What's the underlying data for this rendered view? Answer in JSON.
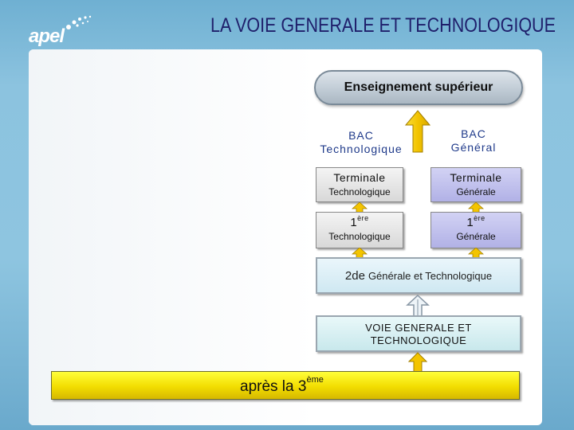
{
  "header": {
    "logo_text": "apel",
    "title": "LA VOIE GENERALE ET TECHNOLOGIQUE"
  },
  "diagram": {
    "top": "Enseignement supérieur",
    "bac_techno": [
      "BAC",
      "Technologique"
    ],
    "bac_general": [
      "BAC",
      "Général"
    ],
    "terminale_techno": [
      "Terminale",
      "Technologique"
    ],
    "terminale_generale": [
      "Terminale",
      "Générale"
    ],
    "premiere_techno": {
      "num": "1",
      "sup": "ère",
      "label": "Technologique"
    },
    "premiere_generale": {
      "num": "1",
      "sup": "ère",
      "label": "Générale"
    },
    "seconde": {
      "prefix": "2de",
      "rest": "Générale et Technologique"
    },
    "voie": [
      "VOIE GENERALE ET",
      "TECHNOLOGIQUE"
    ],
    "apres": {
      "text": "après la 3",
      "sup": "ème"
    }
  },
  "colors": {
    "title": "#1f1f6b",
    "arrow_yellow": "#f3c400",
    "generale_box": "#b1b1e6",
    "bac_label": "#1f3a8a",
    "base_bar": "#f2dd00"
  }
}
